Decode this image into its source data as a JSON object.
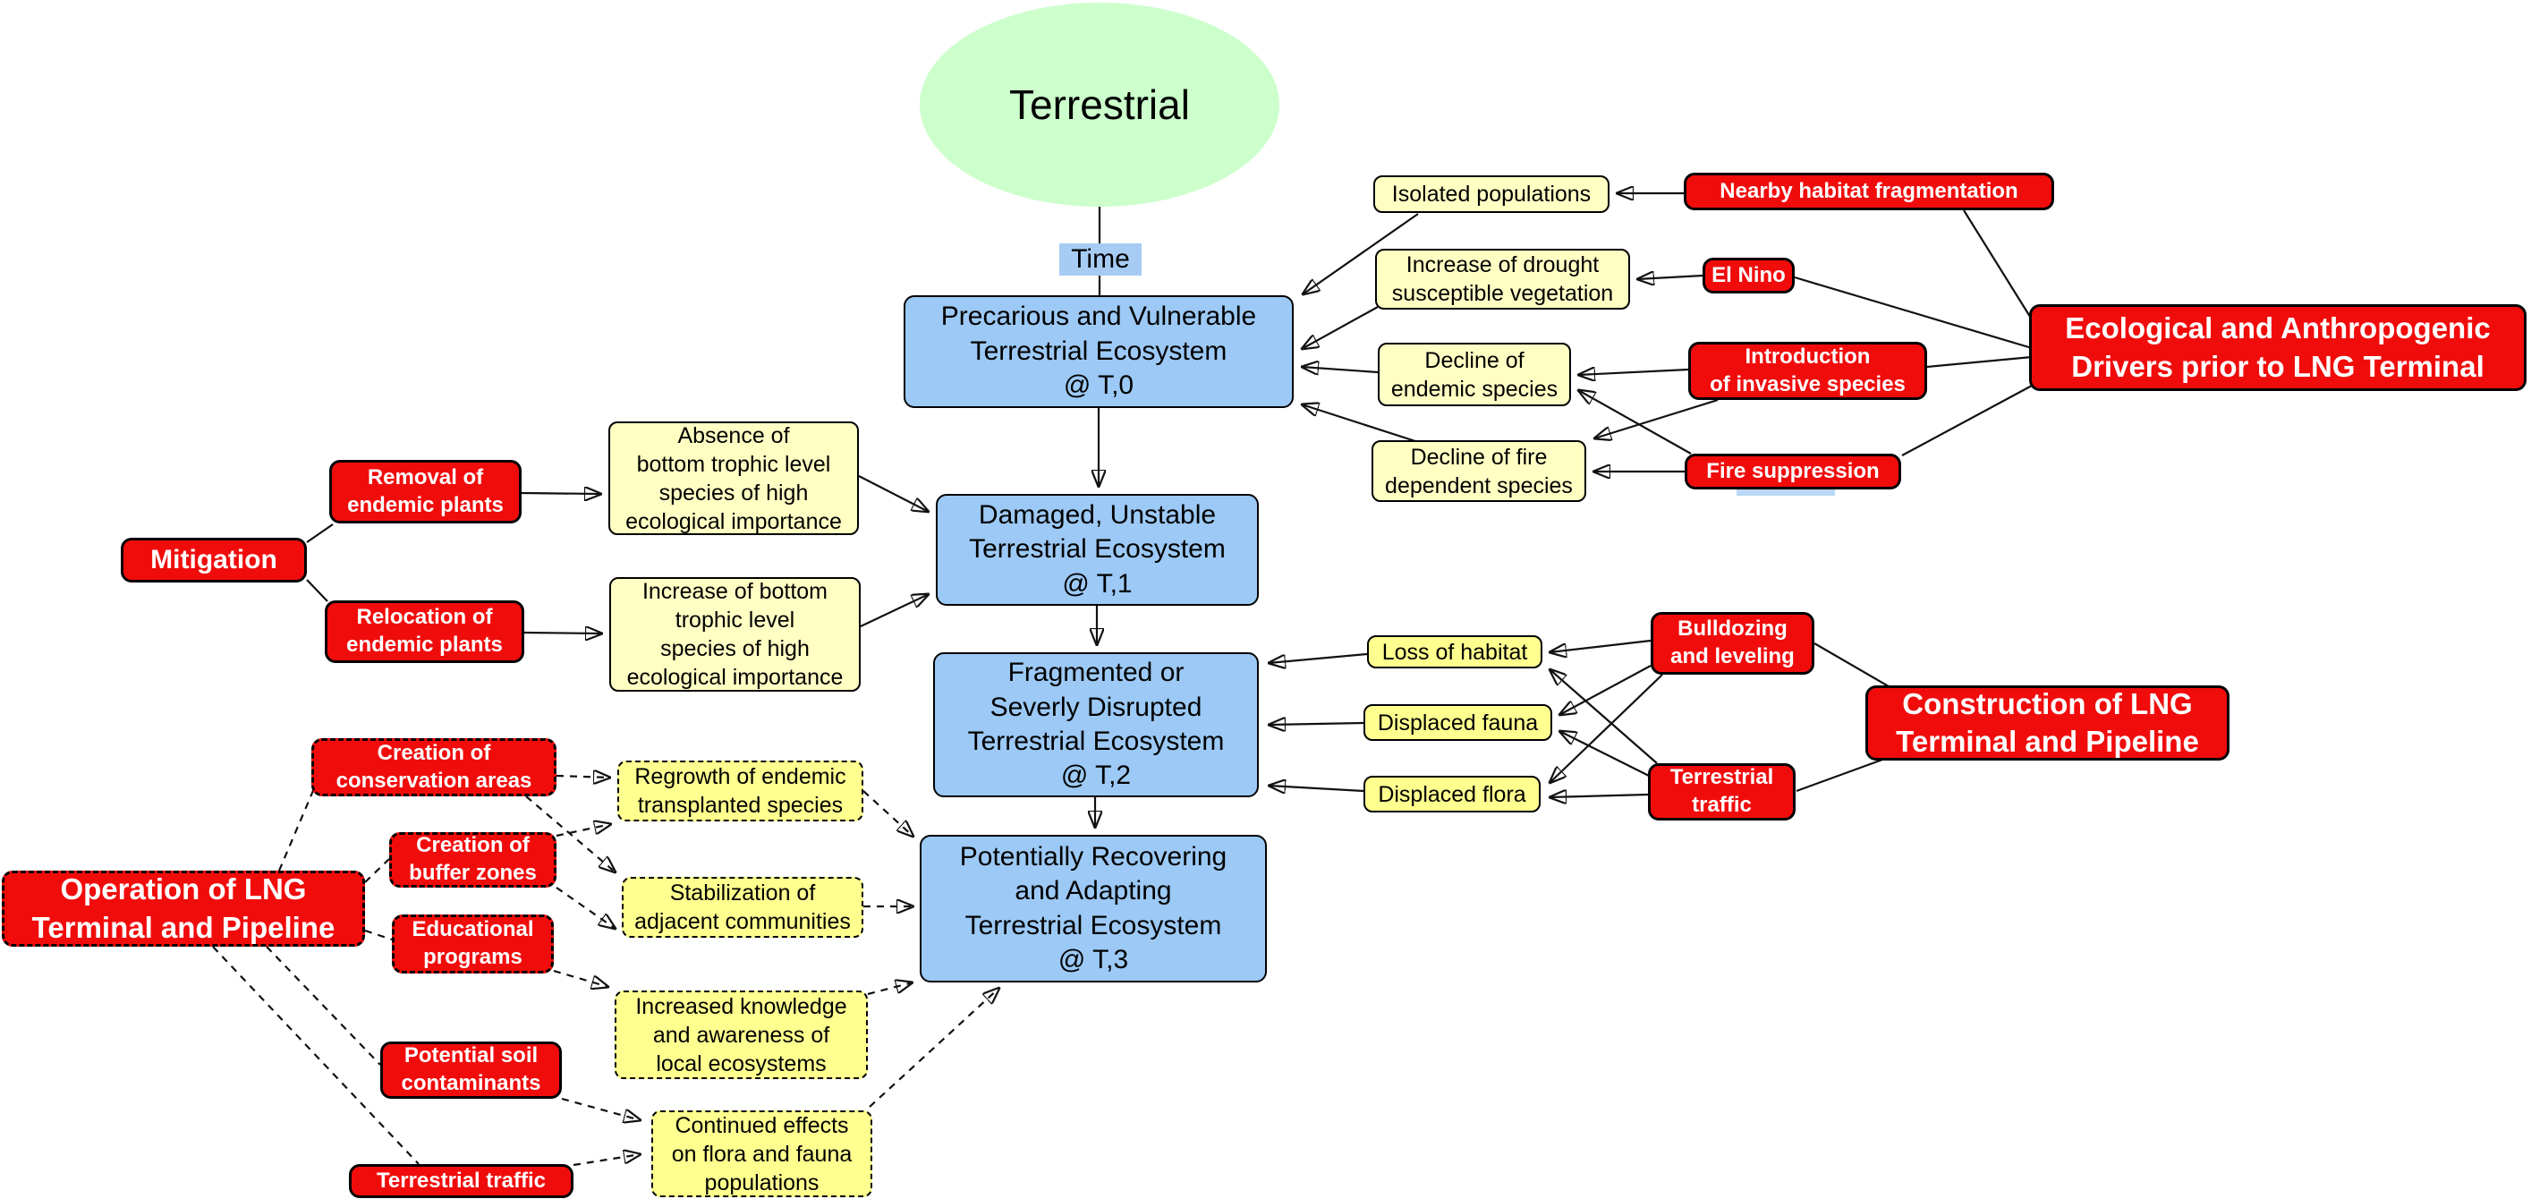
{
  "colors": {
    "background": "#ffffff",
    "root_fill": "#ccffcc",
    "stage_fill": "#9cc9f5",
    "time_fill": "#a6ccf4",
    "cause_fill": "#f10c0c",
    "cause_text": "#ffffff",
    "effect_pale_fill": "#ffffc4",
    "effect_bright_fill": "#ffff8f",
    "line": "#111111"
  },
  "root": {
    "label": "Terrestrial"
  },
  "time": {
    "label": "Time"
  },
  "stages": {
    "t0": {
      "label": "Precarious and Vulnerable\nTerrestrial Ecosystem\n@ T,0"
    },
    "t1": {
      "label": "Damaged, Unstable\nTerrestrial Ecosystem\n@ T,1"
    },
    "t2": {
      "label": "Fragmented or\nSeverly Disrupted\nTerrestrial Ecosystem\n@ T,2"
    },
    "t3": {
      "label": "Potentially Recovering\nand Adapting\nTerrestrial Ecosystem\n@ T,3"
    }
  },
  "prior_drivers": {
    "title": "Ecological and Anthropogenic\nDrivers prior to LNG Terminal",
    "causes": [
      {
        "label": "Nearby habitat fragmentation"
      },
      {
        "label": "El Nino"
      },
      {
        "label": "Introduction\nof invasive species"
      },
      {
        "label": "Fire suppression"
      }
    ],
    "effects": [
      {
        "label": "Isolated populations"
      },
      {
        "label": "Increase of drought\nsusceptible vegetation"
      },
      {
        "label": "Decline of\nendemic species"
      },
      {
        "label": "Decline of fire\ndependent species"
      }
    ]
  },
  "mitigation": {
    "title": "Mitigation",
    "actions": [
      {
        "label": "Removal of\nendemic plants"
      },
      {
        "label": "Relocation of\nendemic plants"
      }
    ],
    "effects": [
      {
        "label": "Absence of\nbottom trophic level\nspecies of high\necological importance"
      },
      {
        "label": "Increase of bottom\ntrophic level\nspecies of high\necological importance"
      }
    ]
  },
  "construction": {
    "title": "Construction of LNG\nTerminal and Pipeline",
    "activities": [
      {
        "label": "Bulldozing\nand leveling"
      },
      {
        "label": "Terrestrial\ntraffic"
      }
    ],
    "impacts": [
      {
        "label": "Loss of habitat"
      },
      {
        "label": "Displaced fauna"
      },
      {
        "label": "Displaced flora"
      }
    ]
  },
  "operation": {
    "title": "Operation of LNG\nTerminal and Pipeline",
    "programs": [
      {
        "label": "Creation of\nconservation areas"
      },
      {
        "label": "Creation of\nbuffer zones"
      },
      {
        "label": "Educational\nprograms"
      },
      {
        "label": "Potential soil\ncontaminants"
      },
      {
        "label": "Terrestrial traffic"
      }
    ],
    "outcomes": [
      {
        "label": "Regrowth of endemic\ntransplanted species"
      },
      {
        "label": "Stabilization of\nadjacent communities"
      },
      {
        "label": "Increased knowledge\nand awareness of\nlocal ecosystems"
      },
      {
        "label": "Continued effects\non flora and fauna\npopulations"
      }
    ]
  }
}
